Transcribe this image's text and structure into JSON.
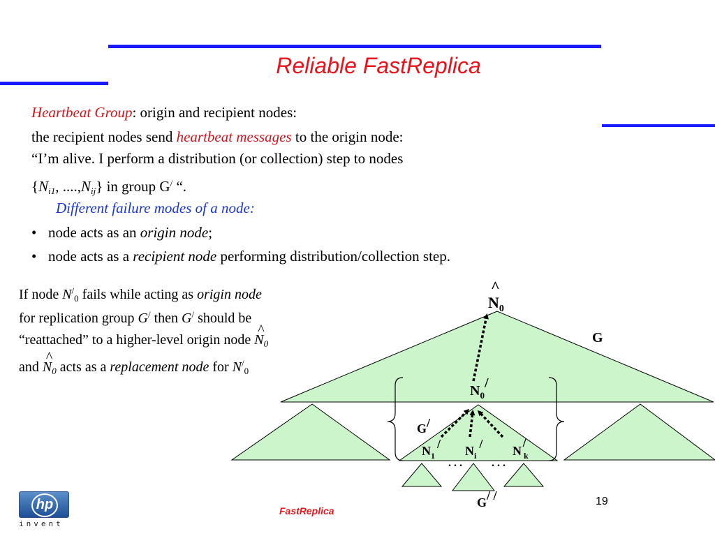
{
  "slide": {
    "title": "Reliable FastReplica",
    "footer": "FastReplica",
    "page_number": "19"
  },
  "logo": {
    "mark": "hp",
    "word": "invent"
  },
  "body": {
    "heartbeat_term": "Heartbeat Group",
    "line1_rest": ": origin and recipient  nodes:",
    "line2_a": "the recipient nodes send ",
    "heartbeat_messages": "heartbeat messages",
    "line2_b": " to the origin node:",
    "line3": "“I’m alive. I perform a distribution (or collection) step to nodes",
    "line4_open": "{",
    "line4_n1": "N",
    "line4_n1_sub": "i1",
    "line4_sep": ", ....,",
    "line4_n2": "N",
    "line4_n2_sub": "ij",
    "line4_close": "} in group G",
    "line4_sup": "/",
    "line4_end": " “.",
    "failure_modes": "Different failure modes of a node:",
    "bullets": [
      {
        "mark": "•",
        "a": "node acts as an ",
        "em": "origin node",
        "b": ";"
      },
      {
        "mark": "•",
        "a": "node acts as a ",
        "em": "recipient node",
        "b": " performing distribution/collection step."
      }
    ]
  },
  "explanation": {
    "p1_a": "If node ",
    "p1_n": "N",
    "p1_sup": "/",
    "p1_sub": "0",
    "p1_b": " fails while acting as ",
    "p1_em": "origin node",
    "p2_a": "for replication group ",
    "p2_g": "G",
    "p2_sup": "/",
    "p2_b": "  then ",
    "p2_g2": "G",
    "p2_sup2": "/",
    "p2_c": " should be",
    "p3_a": "“reattached” to a higher-level origin node ",
    "p3_n": "N",
    "p3_sub": "0",
    "p4_a": "and ",
    "p4_n": "N",
    "p4_sub": "0",
    "p4_b": "  acts as a ",
    "p4_em": "replacement node",
    "p4_c": " for ",
    "p4_n2": "N",
    "p4_sup": "/",
    "p4_sub2": "0",
    "hat": "^"
  },
  "diagram": {
    "top_node": "N",
    "top_sub": "0",
    "top_hat": "^",
    "group_g": "G",
    "mid_node": "N",
    "mid_sub": "0",
    "mid_sup": "/",
    "group_g1": "G",
    "group_g1_sup": "/",
    "n1": "N",
    "n1_sub": "1",
    "n1_sup": "/",
    "ni": "N",
    "ni_sub": "i",
    "ni_sup": "/",
    "nk": "N",
    "nk_sub": "k",
    "nk_sup": "/",
    "dots": ". . .",
    "group_g2": "G",
    "group_g2_sup": "/ /",
    "fill": "#ccf5cc"
  }
}
